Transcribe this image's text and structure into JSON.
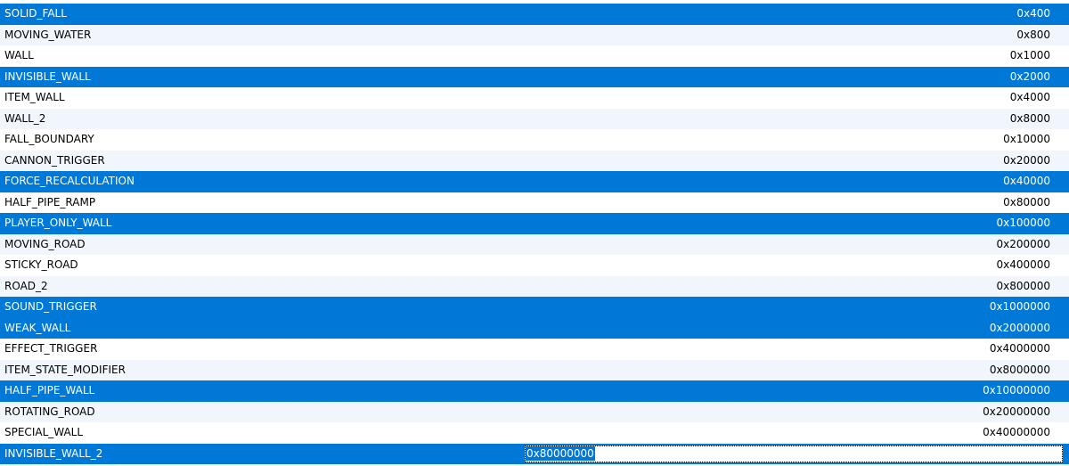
{
  "colors": {
    "selected_bg": "#0078d7",
    "selected_text": "#ffffff",
    "alt_row_bg": "#f1f6fc",
    "row_bg": "#ffffff"
  },
  "rows": [
    {
      "name": "SOLID_FALL",
      "value": "0x400",
      "state": "sel"
    },
    {
      "name": "MOVING_WATER",
      "value": "0x800",
      "state": "alt"
    },
    {
      "name": "WALL",
      "value": "0x1000",
      "state": "plain"
    },
    {
      "name": "INVISIBLE_WALL",
      "value": "0x2000",
      "state": "sel"
    },
    {
      "name": "ITEM_WALL",
      "value": "0x4000",
      "state": "plain"
    },
    {
      "name": "WALL_2",
      "value": "0x8000",
      "state": "alt"
    },
    {
      "name": "FALL_BOUNDARY",
      "value": "0x10000",
      "state": "plain"
    },
    {
      "name": "CANNON_TRIGGER",
      "value": "0x20000",
      "state": "alt"
    },
    {
      "name": "FORCE_RECALCULATION",
      "value": "0x40000",
      "state": "sel"
    },
    {
      "name": "HALF_PIPE_RAMP",
      "value": "0x80000",
      "state": "plain"
    },
    {
      "name": "PLAYER_ONLY_WALL",
      "value": "0x100000",
      "state": "sel"
    },
    {
      "name": "MOVING_ROAD",
      "value": "0x200000",
      "state": "alt"
    },
    {
      "name": "STICKY_ROAD",
      "value": "0x400000",
      "state": "plain"
    },
    {
      "name": "ROAD_2",
      "value": "0x800000",
      "state": "alt"
    },
    {
      "name": "SOUND_TRIGGER",
      "value": "0x1000000",
      "state": "sel"
    },
    {
      "name": "WEAK_WALL",
      "value": "0x2000000",
      "state": "sel"
    },
    {
      "name": "EFFECT_TRIGGER",
      "value": "0x4000000",
      "state": "plain"
    },
    {
      "name": "ITEM_STATE_MODIFIER",
      "value": "0x8000000",
      "state": "alt"
    },
    {
      "name": "HALF_PIPE_WALL",
      "value": "0x10000000",
      "state": "sel"
    },
    {
      "name": "ROTATING_ROAD",
      "value": "0x20000000",
      "state": "alt"
    },
    {
      "name": "SPECIAL_WALL",
      "value": "0x40000000",
      "state": "plain"
    },
    {
      "name": "INVISIBLE_WALL_2",
      "value": "0x80000000",
      "state": "sel",
      "editing": true
    }
  ]
}
